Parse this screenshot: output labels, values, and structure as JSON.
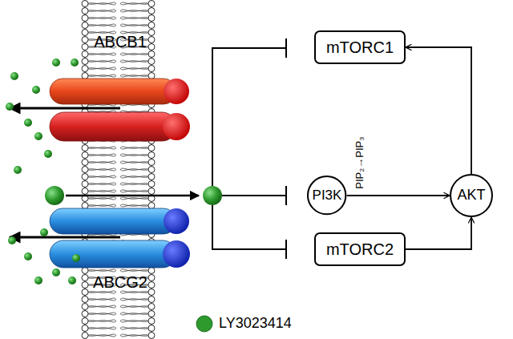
{
  "diagram": {
    "nodes": [
      {
        "text": [
          "mTORC1"
        ]
      },
      {
        "text": [
          "PI3K"
        ]
      },
      {
        "text": [
          "AKT"
        ]
      },
      {
        "text": [
          "mTORC2"
        ]
      }
    ],
    "edges": [
      {
        "from": 1,
        "to": 2,
        "label": "PIP₂→PIP₃",
        "arrow": "to"
      },
      {
        "from": 3,
        "to": 2,
        "arrow": "to"
      },
      {
        "from": 2,
        "to": 0,
        "arrow": "to"
      }
    ],
    "labels": [
      "ABCB1",
      "ABCG2"
    ],
    "legend": [
      {
        "text": "LY3023414",
        "color": "#2e9a2e"
      }
    ]
  }
}
